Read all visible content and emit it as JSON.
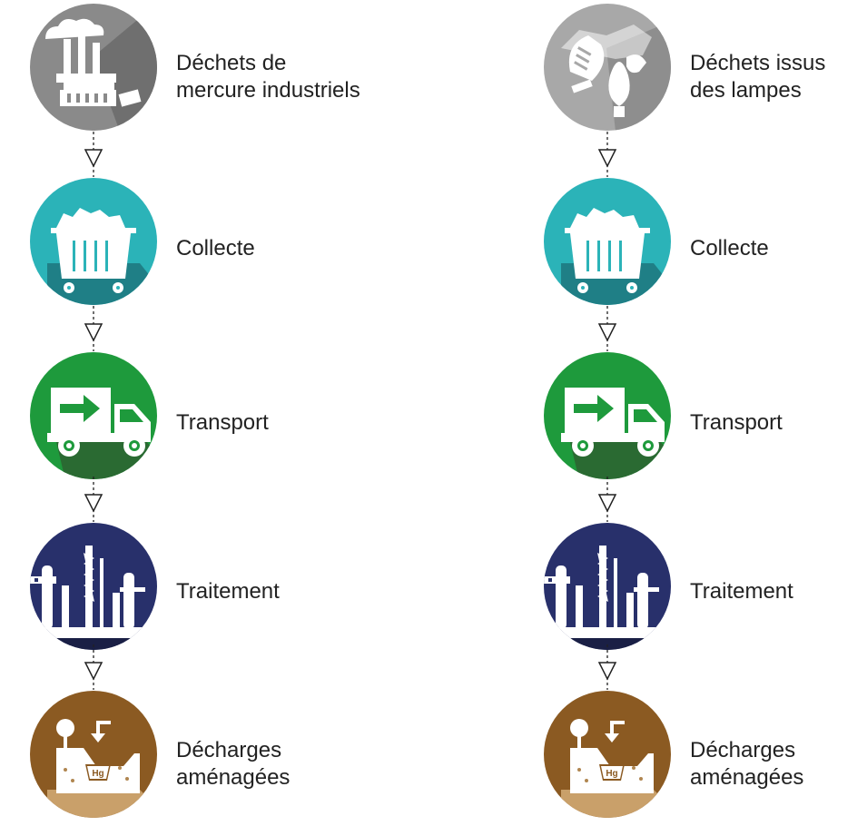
{
  "colors": {
    "industrial": "#8a8a8a",
    "lamps": "#a8a8a8",
    "collecte": "#2bb3b8",
    "transport": "#1e9a3c",
    "traitement": "#28306b",
    "decharges": "#8b5a22"
  },
  "columns": [
    {
      "steps": [
        {
          "id": "source",
          "icon": "factory-icon",
          "label": "Déchets de\nmercure industriels"
        },
        {
          "id": "collecte",
          "icon": "dumpster-icon",
          "label": "Collecte"
        },
        {
          "id": "transport",
          "icon": "truck-icon",
          "label": "Transport"
        },
        {
          "id": "traitement",
          "icon": "treatment-plant-icon",
          "label": "Traitement"
        },
        {
          "id": "decharges",
          "icon": "landfill-icon",
          "label": "Décharges\naménagées",
          "badge": "Hg"
        }
      ]
    },
    {
      "steps": [
        {
          "id": "source",
          "icon": "lamp-bulbs-icon",
          "label": "Déchets issus\ndes lampes"
        },
        {
          "id": "collecte",
          "icon": "dumpster-icon",
          "label": "Collecte"
        },
        {
          "id": "transport",
          "icon": "truck-icon",
          "label": "Transport"
        },
        {
          "id": "traitement",
          "icon": "treatment-plant-icon",
          "label": "Traitement"
        },
        {
          "id": "decharges",
          "icon": "landfill-icon",
          "label": "Décharges\naménagées",
          "badge": "Hg"
        }
      ]
    }
  ]
}
